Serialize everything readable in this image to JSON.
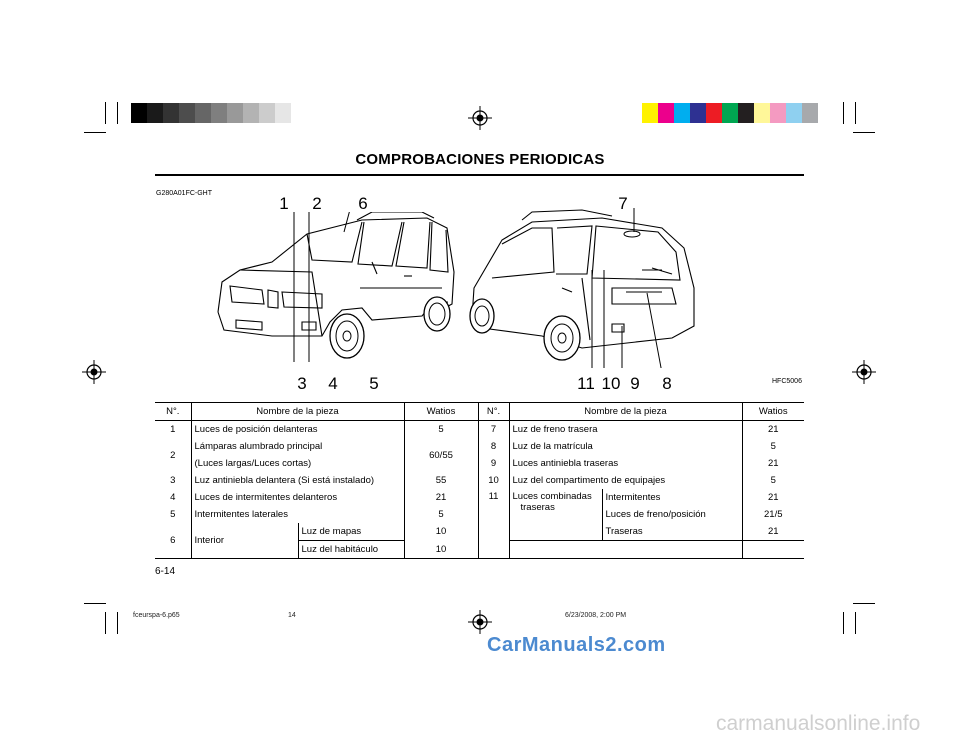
{
  "page": {
    "title": "COMPROBACIONES PERIODICAS",
    "ref_code": "G280A01FC-GHT",
    "image_code": "HFC5006",
    "page_number": "6-14",
    "footer_file": "fceurspa-6.p65",
    "footer_page": "14",
    "footer_date": "6/23/2008, 2:00 PM",
    "watermark_main": "CarManuals2.com",
    "watermark_site": "carmanualsonline.info"
  },
  "callouts": {
    "c1": "1",
    "c2": "2",
    "c3": "3",
    "c4": "4",
    "c5": "5",
    "c6": "6",
    "c7": "7",
    "c8": "8",
    "c9": "9",
    "c10": "10",
    "c11": "11"
  },
  "table": {
    "left": {
      "h_no": "N°.",
      "h_name": "Nombre de la pieza",
      "h_w": "Watios",
      "r1_no": "1",
      "r1_name": "Luces de posición delanteras",
      "r1_w": "5",
      "r2_no": "2",
      "r2_name_a": "Lámparas alumbrado principal",
      "r2_name_b": "(Luces largas/Luces cortas)",
      "r2_w": "60/55",
      "r3_no": "3",
      "r3_name": "Luz antiniebla delantera (Si está instalado)",
      "r3_w": "55",
      "r4_no": "4",
      "r4_name": "Luces de intermitentes delanteros",
      "r4_w": "21",
      "r5_no": "5",
      "r5_name": "Intermitentes laterales",
      "r5_w": "5",
      "r6_no": "6",
      "r6_name": "Interior",
      "r6_sub_a": "Luz de mapas",
      "r6_w_a": "10",
      "r6_sub_b": "Luz del habitáculo",
      "r6_w_b": "10"
    },
    "right": {
      "h_no": "N°.",
      "h_name": "Nombre de la pieza",
      "h_w": "Watios",
      "r7_no": "7",
      "r7_name": "Luz de freno trasera",
      "r7_w": "21",
      "r8_no": "8",
      "r8_name": "Luz de la matrícula",
      "r8_w": "5",
      "r9_no": "9",
      "r9_name": "Luces antiniebla traseras",
      "r9_w": "21",
      "r10_no": "10",
      "r10_name": "Luz del compartimento de equipajes",
      "r10_w": "5",
      "r11_no": "11",
      "r11_name_a": "Luces combinadas",
      "r11_name_b": "traseras",
      "r11_sub_a": "Intermitentes",
      "r11_w_a": "21",
      "r11_sub_b": "Luces de freno/posición",
      "r11_w_b": "21/5",
      "r11_sub_c": "Traseras",
      "r11_w_c": "21"
    }
  },
  "colors": {
    "gray_strip": [
      "#000000",
      "#1a1a1a",
      "#333333",
      "#4d4d4d",
      "#666666",
      "#7f7f7f",
      "#999999",
      "#b3b3b3",
      "#cccccc",
      "#e6e6e6"
    ],
    "color_strip": [
      "#fff200",
      "#ec008c",
      "#00aeef",
      "#2e3192",
      "#ed1c24",
      "#00a651",
      "#231f20",
      "#fff799",
      "#f49ac1",
      "#8fd0f0",
      "#a7a9ac"
    ],
    "watermark_blue": "#4c8ad0"
  }
}
